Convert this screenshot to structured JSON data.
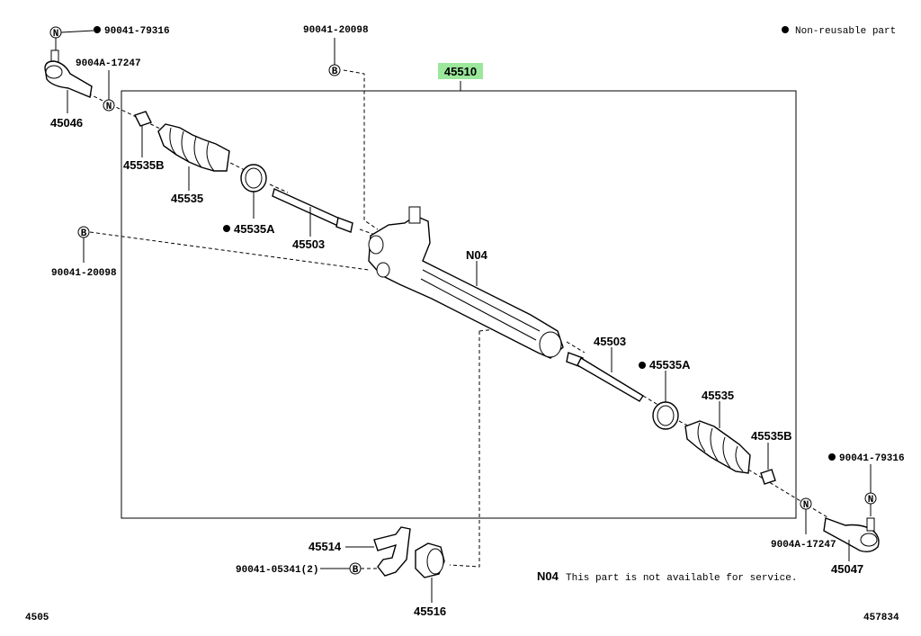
{
  "legend": {
    "non_reusable": "Non-reusable part"
  },
  "assembly": {
    "number": "45510",
    "highlight": "#9be79b"
  },
  "notes": {
    "n04_code": "N04",
    "n04_text": "This part is not available for service."
  },
  "footer": {
    "left": "4505",
    "right": "457834"
  },
  "markers": {
    "n": "N",
    "b": "B"
  },
  "labels": {
    "p90041_79316_l": "90041-79316",
    "p90004a_17247_l": "9004A-17247",
    "p45046": "45046",
    "p45535b_l": "45535B",
    "p45535_l": "45535",
    "p45535a_l": "45535A",
    "p45503_l": "45503",
    "p90041_20098_t": "90041-20098",
    "p90041_20098_l": "90041-20098",
    "n04": "N04",
    "p45503_r": "45503",
    "p45535a_r": "45535A",
    "p45535_r": "45535",
    "p45535b_r": "45535B",
    "p90041_79316_r": "90041-79316",
    "p90004a_17247_r": "9004A-17247",
    "p45047": "45047",
    "p45514": "45514",
    "p90041_05341": "90041-05341(2)",
    "p45516": "45516"
  }
}
